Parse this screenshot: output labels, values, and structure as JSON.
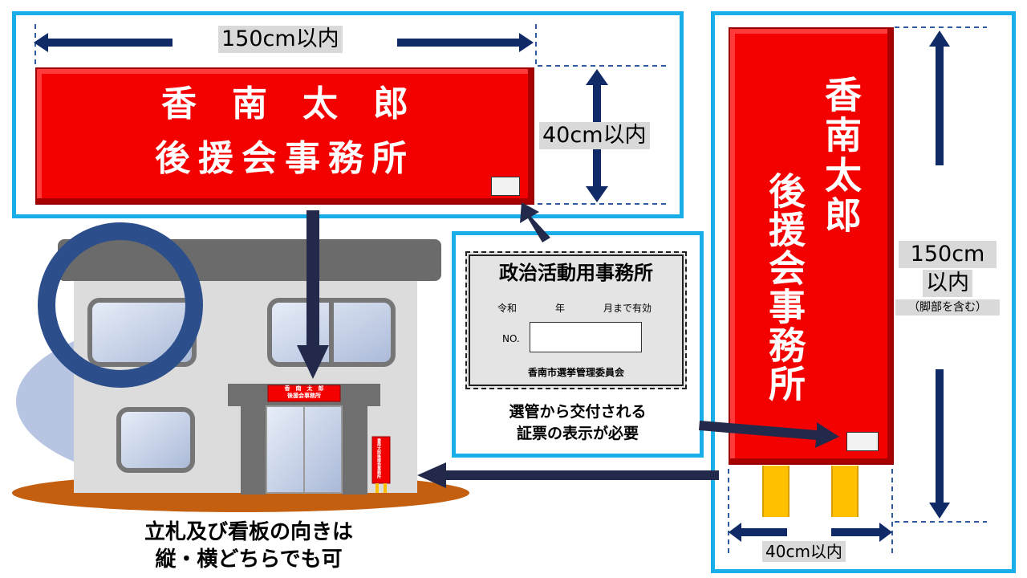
{
  "horizontal_sign": {
    "line1": "香　南　太　郎",
    "line2": "後援会事務所",
    "width_label": "150cm以内",
    "height_label": "40cm以内"
  },
  "vertical_sign": {
    "col1": "香南太郎",
    "col2": "後援会事務所",
    "height_label_line1": "150cm",
    "height_label_line2": "以内",
    "height_note": "（脚部を含む）",
    "width_label": "40cm以内"
  },
  "certificate": {
    "title": "政治活動用事務所",
    "reiwa": "令和",
    "year": "年",
    "month_valid": "月まで有効",
    "no_label": "NO.",
    "issuer": "香南市選挙管理委員会"
  },
  "certificate_caption": {
    "line1": "選管から交付される",
    "line2": "証票の表示が必要"
  },
  "building": {
    "entrance_sign_line1": "香　南　太　郎",
    "entrance_sign_line2": "後援会事務所",
    "standing_sign_text": "香南太郎後援会事務所"
  },
  "footer_note": {
    "line1": "立札及び看板の向きは",
    "line2": "縦・横どちらでも可"
  },
  "colors": {
    "sign_red": "#f30000",
    "frame_blue": "#1aaee8",
    "arrow_navy": "#0f2a66",
    "pole_yellow": "#ffc000"
  }
}
